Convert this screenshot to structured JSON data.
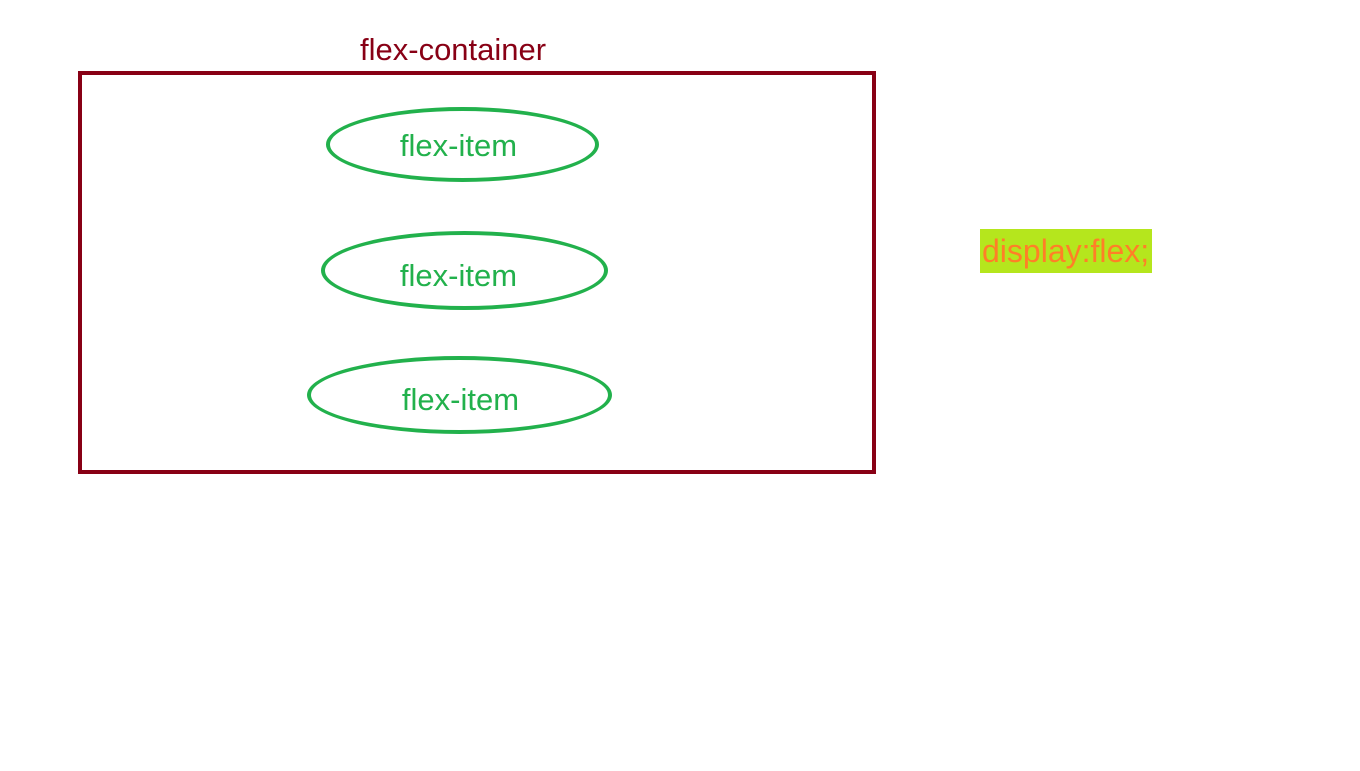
{
  "container": {
    "label": "flex-container"
  },
  "items": [
    {
      "label": "flex-item"
    },
    {
      "label": "flex-item"
    },
    {
      "label": "flex-item"
    }
  ],
  "code_snippet": {
    "text": "display:flex;"
  },
  "colors": {
    "container": "#880015",
    "item": "#22b14c",
    "code_text": "#ff7f27",
    "code_background": "#b5e61d"
  }
}
